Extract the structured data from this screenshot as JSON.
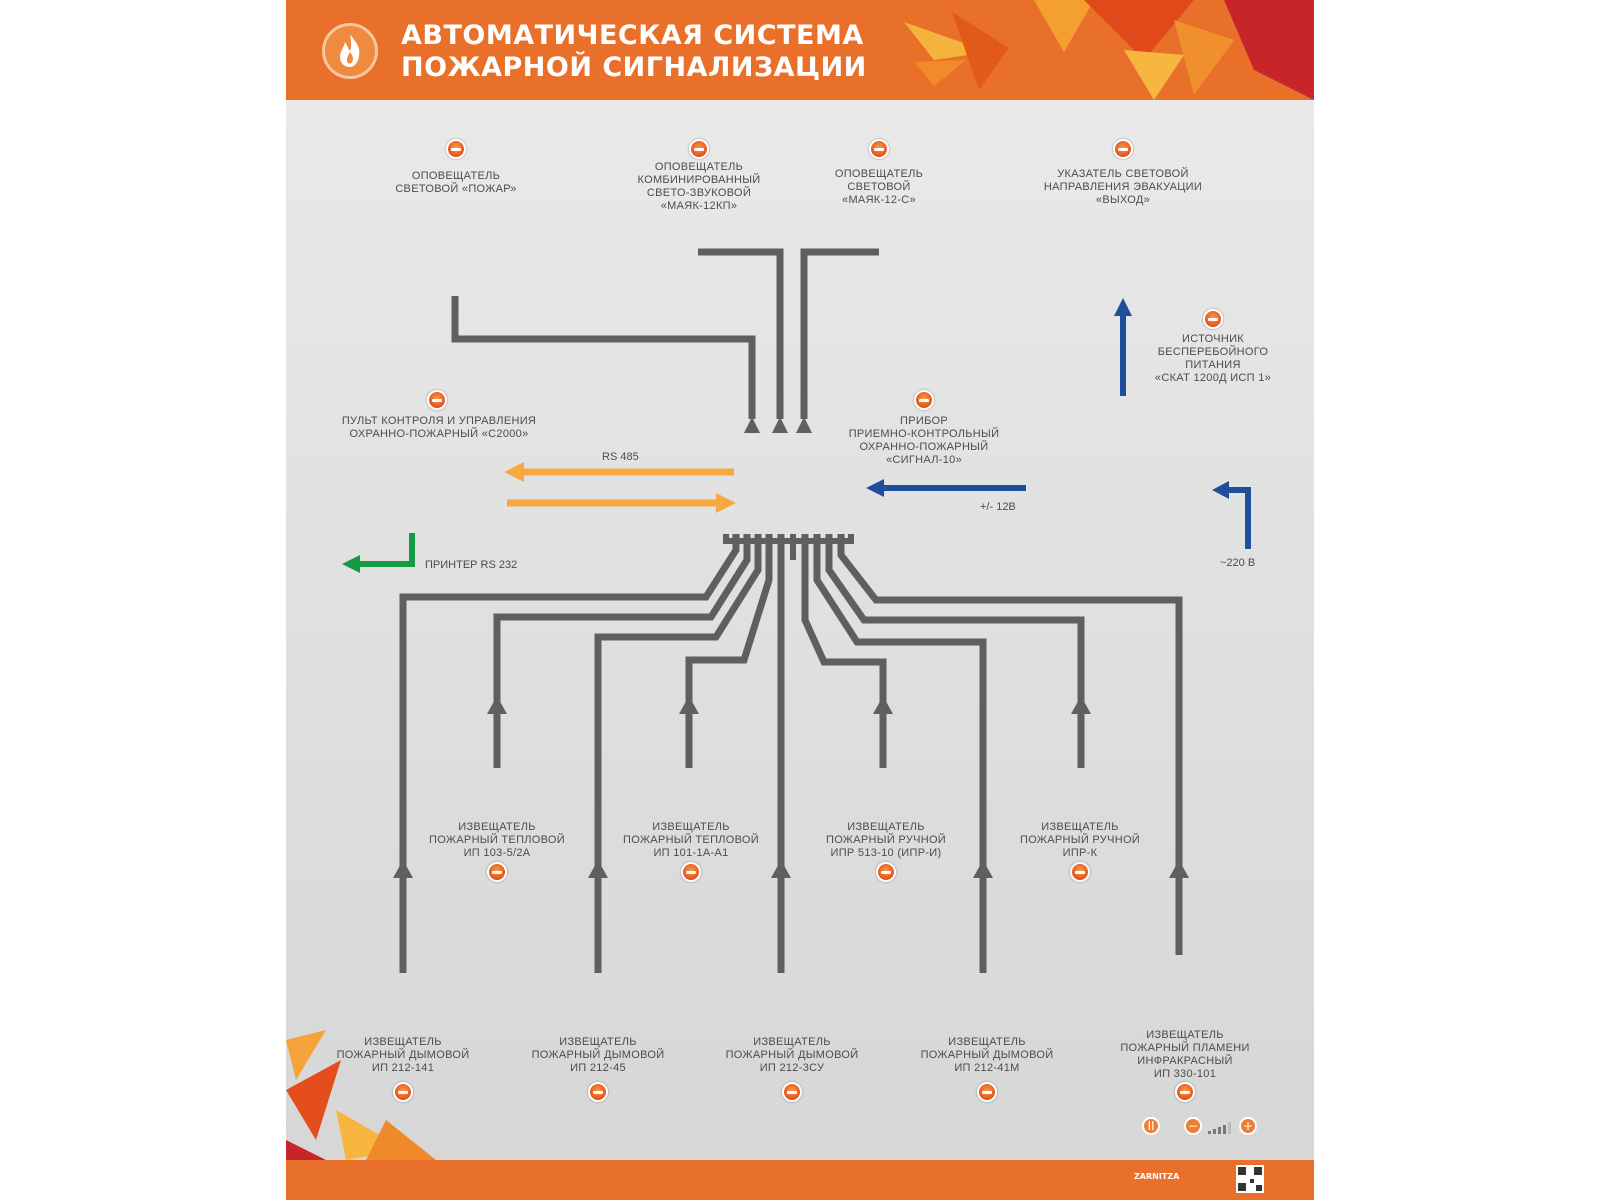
{
  "header": {
    "title_line1": "АВТОМАТИЧЕСКАЯ СИСТЕМА",
    "title_line2": "ПОЖАРНОЙ СИГНАЛИЗАЦИИ",
    "logo_icon": "flame-icon"
  },
  "colors": {
    "header_orange": "#e9702a",
    "line_gray": "#5f5f5f",
    "rs485_orange": "#f5a940",
    "power_blue": "#1f4e9b",
    "printer_green": "#139a43"
  },
  "devices": {
    "light_fire": [
      "Оповещатель",
      "световой «Пожар»"
    ],
    "mayak_12kp": [
      "Оповещатель",
      "комбинированный",
      "свето-звуковой",
      "«Маяк-12КП»"
    ],
    "mayak_12s": [
      "Оповещатель",
      "световой",
      "«Маяк-12-С»"
    ],
    "exit_sign": [
      "Указатель световой",
      "направления эвакуации",
      "«Выход»"
    ],
    "ups": [
      "Источник",
      "бесперебойного",
      "питания",
      "«СКАТ 1200Д исп 1»"
    ],
    "c2000": [
      "Пульт контроля и управления",
      "охранно-пожарный «С2000»"
    ],
    "signal10": [
      "Прибор",
      "приемно-контрольный",
      "охранно-пожарный",
      "«Сигнал-10»"
    ],
    "heat_103": [
      "Извещатель",
      "пожарный тепловой",
      "ИП 103-5/2А"
    ],
    "heat_101": [
      "Извещатель",
      "пожарный тепловой",
      "ИП 101-1А-А1"
    ],
    "manual_513": [
      "Извещатель",
      "пожарный ручной",
      "ИПР 513-10 (ИПР-И)"
    ],
    "manual_iprk": [
      "Извещатель",
      "пожарный ручной",
      "ИПР-К"
    ],
    "smoke_141": [
      "Извещатель",
      "пожарный дымовой",
      "ИП 212-141"
    ],
    "smoke_45": [
      "Извещатель",
      "пожарный дымовой",
      "ИП 212-45"
    ],
    "smoke_3su": [
      "Извещатель",
      "пожарный дымовой",
      "ИП 212-3СУ"
    ],
    "smoke_41m": [
      "Извещатель",
      "пожарный дымовой",
      "ИП 212-41М"
    ],
    "flame_330": [
      "Извещатель",
      "пожарный пламени",
      "инфракрасный",
      "ИП 330-101"
    ]
  },
  "connections": {
    "rs485": "RS 485",
    "printer": "ПРИНТЕР RS 232",
    "dc12": "+/- 12В",
    "ac220": "~220 В"
  },
  "footer": {
    "brand": "ZARNITZA"
  },
  "controls": {
    "pause": "II",
    "volume_down": "−",
    "volume_up": "+"
  }
}
